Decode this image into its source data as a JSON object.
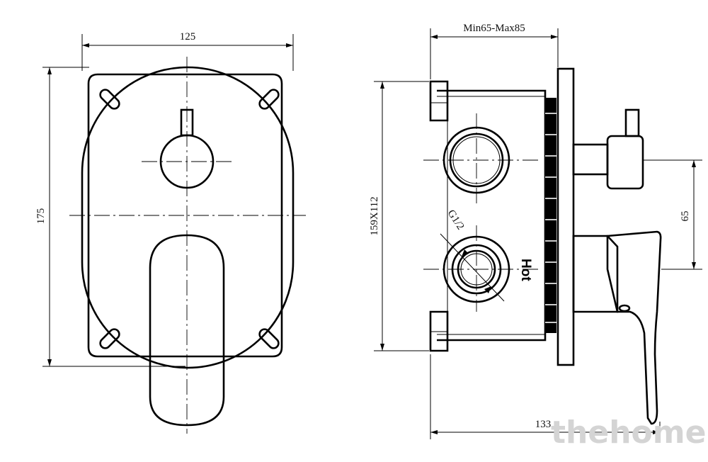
{
  "dimensions": {
    "front_width": "125",
    "front_height": "175",
    "depth_range": "Min65-Max85",
    "box_size": "159X112",
    "handle_offset": "65",
    "total_depth": "133",
    "thread": "G1/2"
  },
  "labels": {
    "hot": "Hot"
  },
  "watermark": "thehome"
}
